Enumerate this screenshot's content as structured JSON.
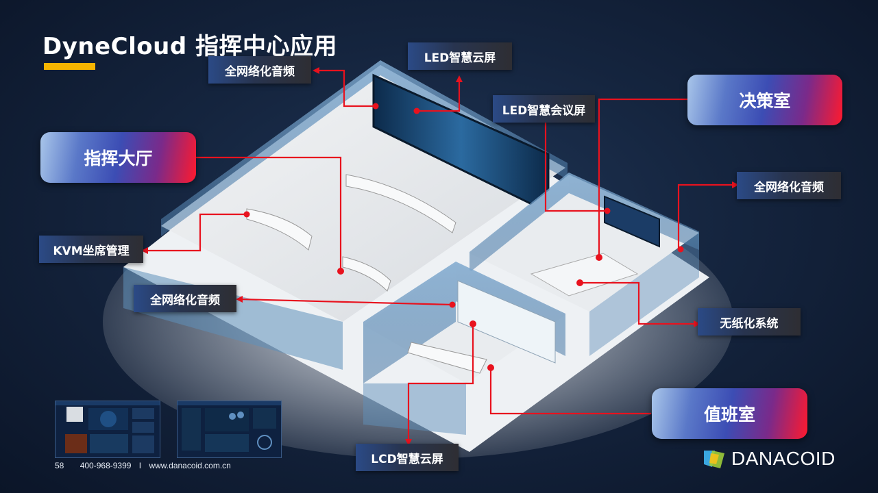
{
  "slide": {
    "title": "DyneCloud 指挥中心应用",
    "footer": {
      "page": "58",
      "phone": "400-968-9399",
      "separator": "I",
      "website": "www.danacoid.com.cn"
    },
    "brand": "DANACOID",
    "accent_color": "#f5b400",
    "leader_line_color": "#e8121e"
  },
  "rooms": [
    {
      "id": "command-hall",
      "label": "指挥大厅"
    },
    {
      "id": "decision-room",
      "label": "决策室"
    },
    {
      "id": "duty-room",
      "label": "值班室"
    }
  ],
  "systems": {
    "audio_top": "全网络化音频",
    "led_cloud": "LED智慧云屏",
    "led_meeting": "LED智慧会议屏",
    "audio_right": "全网络化音频",
    "kvm": "KVM坐席管理",
    "audio_mid": "全网络化音频",
    "paperless": "无纸化系统",
    "lcd_cloud": "LCD智慧云屏"
  },
  "icons": {
    "brand_logo": "danacoid-logo-icon"
  }
}
